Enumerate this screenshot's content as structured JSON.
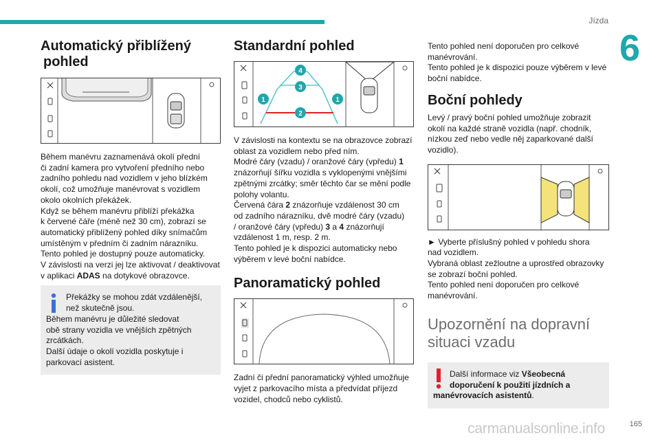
{
  "header": {
    "section": "Jízda",
    "chapter": "6",
    "page": "165",
    "watermark": "carmanualsonline.info"
  },
  "col1": {
    "title_line1": "Automatický přiblížený",
    "title_line2": "pohled",
    "para": [
      "Během manévru zaznamenává okolí přední",
      "či zadní kamera pro vytvoření předního nebo",
      "zadního pohledu nad vozidlem v jeho blízkém",
      "okolí, což umožňuje manévrovat s vozidlem",
      "okolo okolních překážek.",
      "Když se během manévru přiblíží překážka",
      "k červené čáře (méně než 30 cm), zobrazí se",
      "automatický přiblížený pohled díky snímačům",
      "umístěným v předním či zadním nárazníku.",
      "Tento pohled je dostupný pouze automaticky.",
      "V závislosti na verzi jej lze aktivovat / deaktivovat"
    ],
    "last_pre": "v aplikaci ",
    "last_bold": "ADAS",
    "last_post": " na dotykové obrazovce.",
    "note_ind": [
      "Překážky se mohou zdát vzdálenější,",
      "než skutečně jsou."
    ],
    "note_rest": [
      "Během manévru je důležité sledovat",
      "obě strany vozidla ve vnějších zpětných",
      "zrcátkách.",
      "Další údaje o okolí vozidla poskytuje i",
      "parkovací asistent."
    ]
  },
  "col2": {
    "title": "Standardní pohled",
    "markers": [
      "4",
      "3",
      "1",
      "1",
      "2"
    ],
    "p1": [
      "V závislosti na kontextu se na obrazovce zobrazí",
      "oblast za vozidlem nebo před ním."
    ],
    "p2_pre": "Modré čáry (vzadu) / oranžové čáry (vpředu) ",
    "p2_bold": "1",
    "p2_rest": [
      "znázorňují šířku vozidla s vyklopenými vnějšími",
      "zpětnými zrcátky; směr těchto čar se mění podle",
      "polohy volantu."
    ],
    "p3_pre": "Červená čára ",
    "p3_bold": "2",
    "p3_post": " znázorňuje vzdálenost 30 cm",
    "p3_line2": "od zadního nárazníku, dvě modré čáry (vzadu)",
    "p3_l3_pre": "/ oranžové čáry (vpředu) ",
    "p3_l3_b1": "3",
    "p3_l3_mid": " a ",
    "p3_l3_b2": "4",
    "p3_l3_post": " znázorňují",
    "p3_line4": "vzdálenost 1 m, resp. 2 m.",
    "p4": [
      "Tento pohled je k dispozici automaticky nebo",
      "výběrem v levé boční nabídce."
    ],
    "title2": "Panoramatický pohled",
    "p5": [
      "Zadní či přední panoramatický výhled umožňuje",
      "vyjet z parkovacího místa a předvídat příjezd",
      "vozidel, chodců nebo cyklistů."
    ]
  },
  "col3": {
    "p1": [
      "Tento pohled není doporučen pro celkové",
      "manévrování.",
      "Tento pohled je k dispozici pouze výběrem v levé",
      "boční nabídce."
    ],
    "title": "Boční pohledy",
    "p2": [
      "Levý / pravý boční pohled umožňuje zobrazit",
      "okolí na každé straně vozidla (např. chodník,",
      "nízkou zeď nebo vedle něj zaparkované další",
      "vozidlo)."
    ],
    "p3": [
      "► Vyberte příslušný pohled v pohledu shora",
      "nad vozidlem.",
      "Vybraná oblast zežloutne a uprostřed obrazovky",
      "se zobrazí boční pohled.",
      "Tento pohled není doporučen pro celkové",
      "manévrování."
    ],
    "big_title_1": "Upozornění na dopravní",
    "big_title_2": "situaci vzadu",
    "warn_pre": "Další informace viz ",
    "warn_b1": "Všeobecná",
    "warn_b2": "doporučení k použití jízdních a",
    "warn_b3": "manévrovacích asistentů",
    "warn_post": "."
  },
  "colors": {
    "accent": "#20a7ab",
    "note_bg": "#ececec",
    "info": "#3d6fd6",
    "warn": "#e0202a",
    "guide_blue": "#5bc8cc",
    "guide_red": "#e02020",
    "highlight": "#f3e37a"
  }
}
